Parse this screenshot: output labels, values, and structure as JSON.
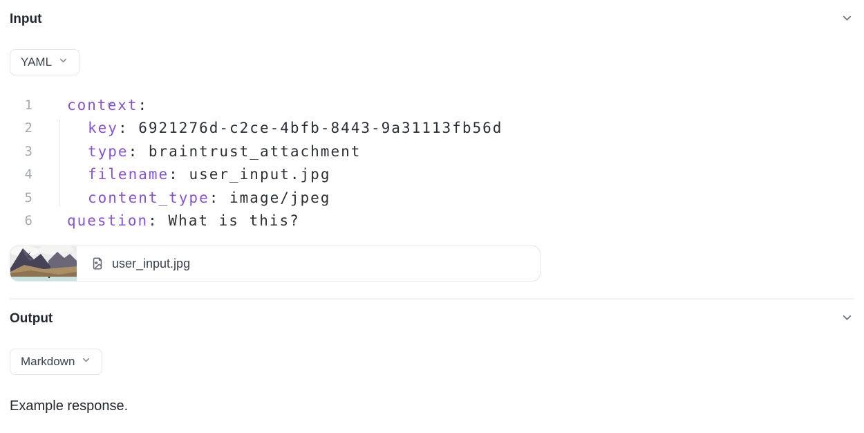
{
  "input_section": {
    "title": "Input",
    "format_selector": {
      "label": "YAML"
    },
    "code": {
      "language": "yaml",
      "lines": [
        {
          "number": "1",
          "key": "context",
          "sep": ":",
          "value": ""
        },
        {
          "number": "2",
          "key": "key",
          "sep": ": ",
          "value": "6921276d-c2ce-4bfb-8443-9a31113fb56d"
        },
        {
          "number": "3",
          "key": "type",
          "sep": ": ",
          "value": "braintrust_attachment"
        },
        {
          "number": "4",
          "key": "filename",
          "sep": ": ",
          "value": "user_input.jpg"
        },
        {
          "number": "5",
          "key": "content_type",
          "sep": ": ",
          "value": "image/jpeg"
        },
        {
          "number": "6",
          "key": "question",
          "sep": ": ",
          "value": "What is this?"
        }
      ]
    },
    "attachment": {
      "filename": "user_input.jpg",
      "thumbnail_description": "mountain landscape photo"
    }
  },
  "output_section": {
    "title": "Output",
    "format_selector": {
      "label": "Markdown"
    },
    "response_text": "Example response."
  },
  "icons": {
    "input_collapse": "chevron-down-icon",
    "yaml_dropdown": "chevron-down-icon",
    "line_1_fold": "chevron-down-icon",
    "attachment_file": "file-image-icon",
    "output_collapse": "chevron-down-icon",
    "markdown_dropdown": "chevron-down-icon"
  },
  "colors": {
    "yaml_key": "#8553d6",
    "code_text": "#2b2f36",
    "line_number": "#a3a8b0",
    "button_border": "#e3e5e8",
    "divider": "#f1f2f3",
    "heading_text": "#23272f",
    "icon_gray": "#6b7280"
  }
}
